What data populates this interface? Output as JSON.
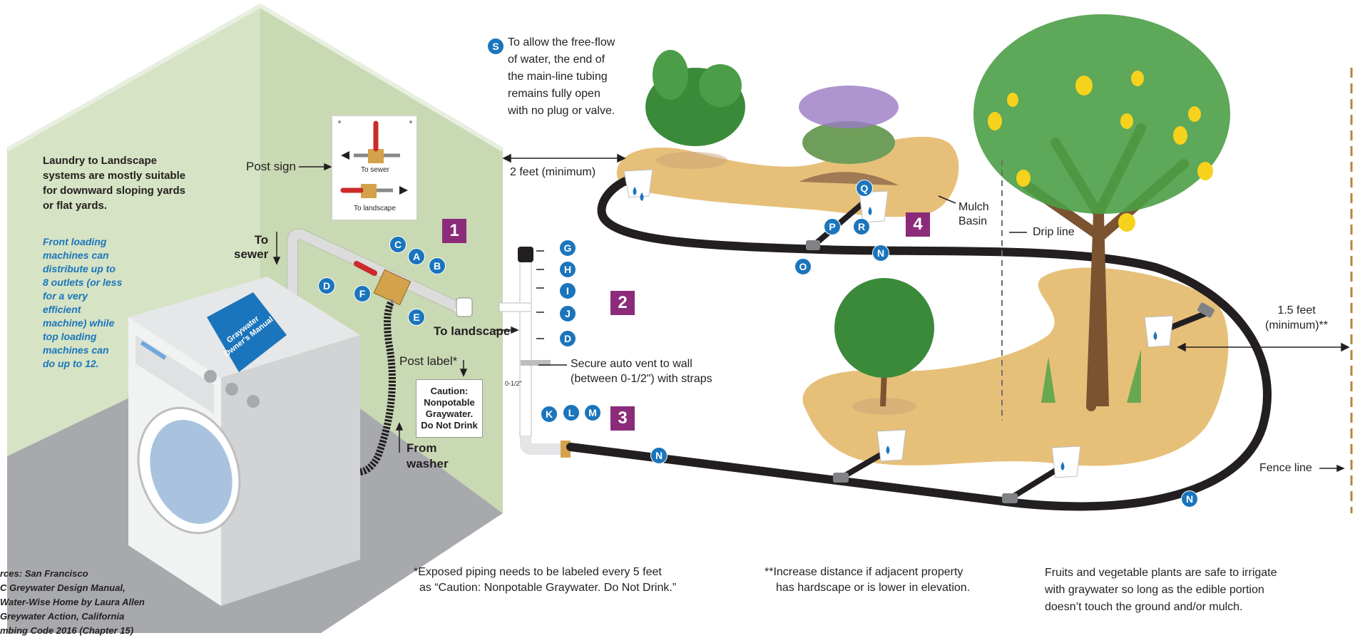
{
  "room": {
    "suitability_text": [
      "Laundry to Landscape",
      "systems are mostly suitable",
      "for downward sloping yards",
      "or flat yards."
    ],
    "outlets_text": [
      "Front loading",
      "machines can",
      "distribute up to",
      "8 outlets (or less",
      "for a very",
      "efficient",
      "machine) while",
      "top loading",
      "machines can",
      "do up to 12."
    ],
    "manual_label": "Graywater Owner's Manual",
    "sources_text": [
      "rces: San Francisco",
      "C Greywater Design Manual,",
      "Water-Wise Home by Laura Allen",
      "Greywater Action, California",
      "mbing Code 2016 (Chapter 15)"
    ]
  },
  "labels": {
    "post_sign": "Post sign",
    "sign_to_sewer": "To sewer",
    "sign_to_landscape": "To landscape",
    "to_sewer": [
      "To",
      "sewer"
    ],
    "to_landscape": "To landscape",
    "from_washer": [
      "From",
      "washer"
    ],
    "post_label": "Post label*",
    "caution_label": [
      "Caution:",
      "Nonpotable",
      "Graywater.",
      "Do Not Drink"
    ],
    "auto_vent": [
      "Secure auto vent to wall",
      "(between 0-1/2\") with straps"
    ],
    "vent_gap": "0-1/2\"",
    "two_feet": "2 feet (minimum)",
    "mulch_basin": [
      "Mulch",
      "Basin"
    ],
    "drip_line": "Drip line",
    "one_five_feet": [
      "1.5 feet",
      "(minimum)**"
    ],
    "fence_line": "Fence line",
    "free_flow": [
      "To allow the free-flow",
      "of water, the end of",
      "the main-line tubing",
      "remains fully open",
      "with no plug or valve."
    ]
  },
  "steps": [
    "1",
    "2",
    "3",
    "4"
  ],
  "callouts": {
    "A": "A",
    "B": "B",
    "C": "C",
    "D": "D",
    "E": "E",
    "F": "F",
    "G": "G",
    "H": "H",
    "I": "I",
    "J": "J",
    "K": "K",
    "L": "L",
    "M": "M",
    "N": "N",
    "O": "O",
    "P": "P",
    "Q": "Q",
    "R": "R",
    "S": "S"
  },
  "footnotes": {
    "exposed_piping": [
      "*Exposed piping needs to be labeled every 5 feet",
      "as “Caution: Nonpotable Graywater. Do Not Drink.”"
    ],
    "increase_distance": [
      "**Increase distance if adjacent property",
      "has hardscape or is lower in elevation."
    ],
    "fruits": [
      "Fruits and vegetable plants are safe to irrigate",
      "with graywater so long as the edible portion",
      "doesn’t touch the ground and/or mulch."
    ]
  },
  "colors": {
    "wall": "#d6e3c4",
    "floor": "#a7a9ac",
    "mulch": "#e3b96a",
    "tubing": "#231f20",
    "callout": "#1b75bc",
    "step": "#8b2b7a",
    "leaf": "#3a8a3a",
    "trunk": "#7b5331",
    "fence": "#b5863a"
  }
}
